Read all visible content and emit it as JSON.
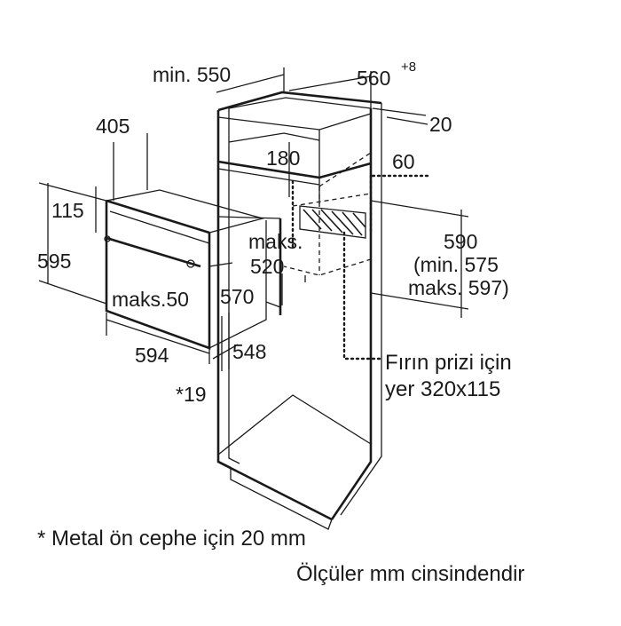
{
  "dimensions": {
    "cabinet_depth_min": "min. 550",
    "cabinet_width": "560",
    "cabinet_width_tolerance": "+8",
    "panel_thickness": "20",
    "shelf_height": "180",
    "socket_offset": "60",
    "cutout_height": "590",
    "cutout_height_min": "(min. 575",
    "cutout_height_max": "maks. 597)",
    "cutout_depth_max_label": "maks.",
    "cutout_depth_max_value": "520",
    "oven_depth": "405",
    "oven_panel_height": "115",
    "oven_height": "595",
    "oven_recess_max": "maks.50",
    "oven_body_depth": "570",
    "oven_width": "594",
    "oven_body_width": "548",
    "front_thickness": "*19"
  },
  "socket_note": {
    "line1": "Fırın prizi için",
    "line2": "yer 320x115"
  },
  "footnotes": {
    "metal_front": "* Metal ön cephe için 20 mm",
    "units": "Ölçüler mm cinsindendir"
  }
}
